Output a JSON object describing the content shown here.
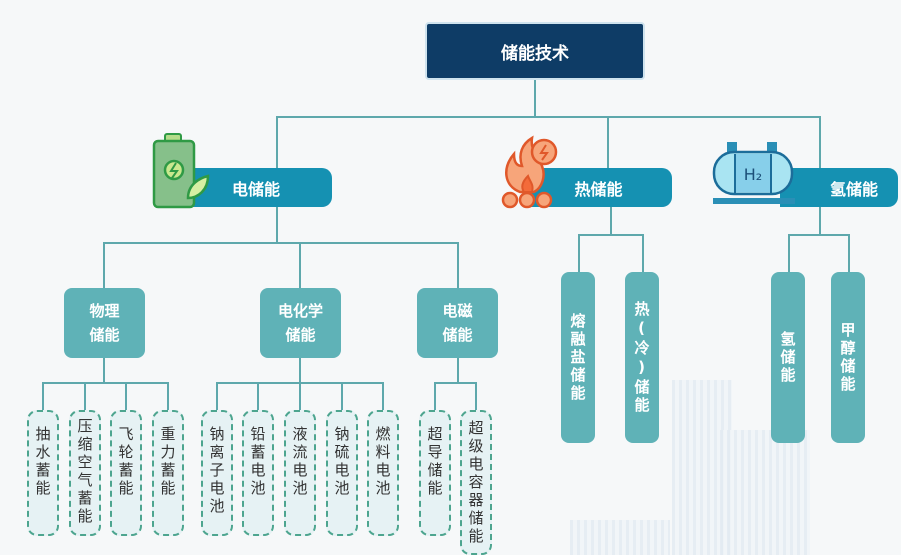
{
  "root": {
    "label": "储能技术"
  },
  "categories": [
    {
      "label": "电储能",
      "icon": "battery-leaf-icon"
    },
    {
      "label": "热储能",
      "icon": "fire-icon"
    },
    {
      "label": "氢储能",
      "icon": "hydrogen-tank-icon",
      "icon_text": "H₂"
    }
  ],
  "electric_groups": [
    {
      "label": "物理\n储能",
      "items": [
        "抽水蓄能",
        "压缩空气蓄能",
        "飞轮蓄能",
        "重力蓄能"
      ]
    },
    {
      "label": "电化学\n储能",
      "items": [
        "钠离子电池",
        "铅蓄电池",
        "液流电池",
        "钠硫电池",
        "燃料电池"
      ]
    },
    {
      "label": "电磁\n储能",
      "items": [
        "超导储能",
        "超级电容器储能"
      ]
    }
  ],
  "thermal_items": [
    "熔融盐储能",
    "热(冷)储能"
  ],
  "hydrogen_items": [
    "氢储能",
    "甲醇储能"
  ],
  "colors": {
    "root": "#0e3c66",
    "category": "#1591b2",
    "group": "#5fb2b7",
    "line": "#5ea8ac",
    "leaf_border": "#4da58f"
  }
}
